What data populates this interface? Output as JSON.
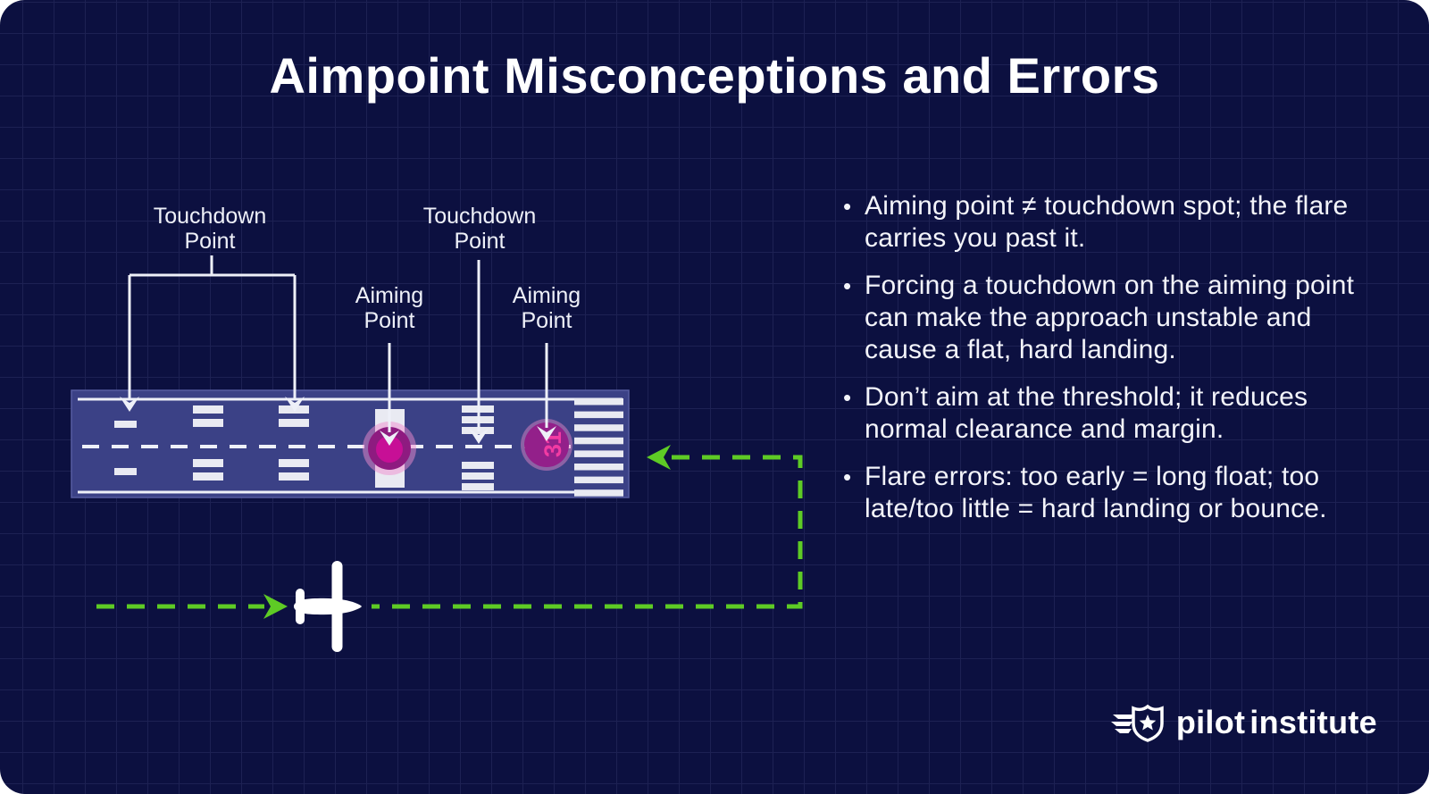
{
  "page": {
    "title": "Aimpoint Misconceptions and Errors"
  },
  "diagram": {
    "labels": [
      {
        "line1": "Touchdown",
        "line2": "Point"
      },
      {
        "line1": "Touchdown",
        "line2": "Point"
      },
      {
        "line1": "Aiming",
        "line2": "Point"
      },
      {
        "line1": "Aiming",
        "line2": "Point"
      }
    ],
    "runway_number": "31"
  },
  "bullets": [
    "Aiming point ≠ touchdown spot; the flare carries you past it.",
    "Forcing a touchdown on the aiming point can make the approach unstable and cause a flat, hard landing.",
    "Don’t aim at the threshold; it reduces normal clearance and margin.",
    "Flare errors: too early = long float; too late/too little = hard landing or bounce."
  ],
  "ui": {
    "bullet_char": "•"
  },
  "logo": {
    "brand_part1": "pilot",
    "brand_part2": "institute"
  },
  "colors": {
    "background": "#0c1040",
    "grid_line": "#1d2153",
    "runway_fill": "#3b4186",
    "runway_marking": "#e9eaf2",
    "accent_green": "#5ecb25",
    "magenta_dark": "#8e1b80",
    "magenta_bright": "#c70f96",
    "magenta_glyph": "#f23ba3",
    "text": "#f3f4fa"
  }
}
